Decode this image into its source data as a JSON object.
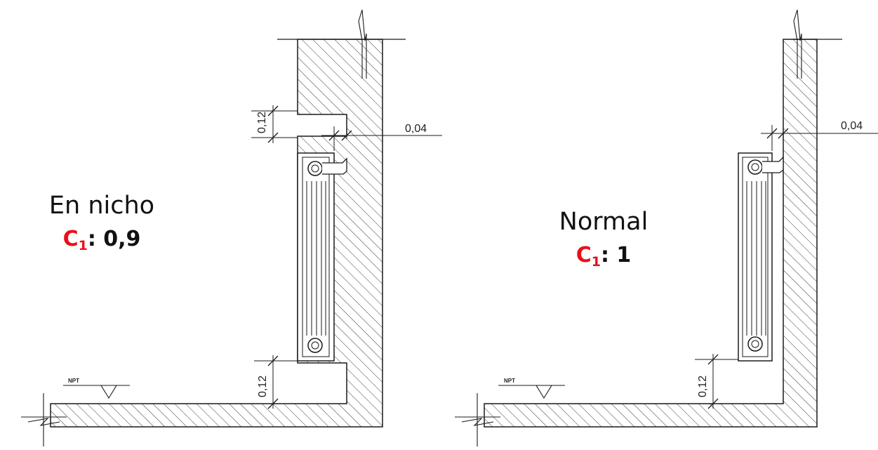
{
  "colors": {
    "line": "#1a1a1a",
    "hatch": "#3a3a3a",
    "coefficient_accent": "#e8101a",
    "text": "#111111"
  },
  "cases": [
    {
      "title": "En nicho",
      "coef_letter": "C",
      "coef_subscript": "1",
      "coef_value": ": 0,9",
      "dim_top": "0,12",
      "dim_bottom": "0,12",
      "dim_gap": "0,04",
      "floor_label": "NPT"
    },
    {
      "title": "Normal",
      "coef_letter": "C",
      "coef_subscript": "1",
      "coef_value": ": 1",
      "dim_bottom": "0,12",
      "dim_gap": "0,04",
      "floor_label": "NPT"
    }
  ]
}
